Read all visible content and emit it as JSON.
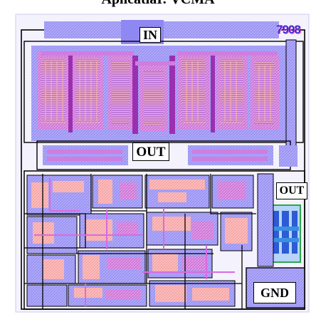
{
  "title": "AplicatiaI: VCMA",
  "chip_id": "7908",
  "pins": {
    "in": "IN",
    "out_center": "OUT",
    "out_right": "OUT",
    "gnd": "GND"
  },
  "colors": {
    "metal1": "#8f87f2",
    "metal2": "#d87ee0",
    "poly": "#f3a3a6",
    "diffusion": "#e96f8a",
    "background": "#ffffff",
    "outline": "#000000",
    "highlight": "#2aa84a"
  }
}
